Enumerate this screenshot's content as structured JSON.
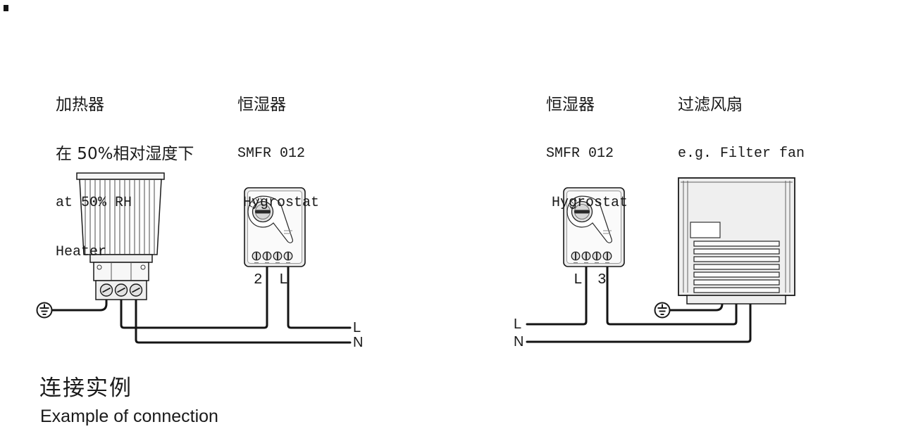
{
  "left": {
    "heater_name_zh": "加热器",
    "heater_cond_zh": "在 50%相对湿度下",
    "heater_cond_en": "at 50% RH",
    "heater_name_en": "Heater",
    "hygrostat_name_zh": "恒湿器",
    "hygrostat_model": "SMFR 012",
    "hygrostat_name_en": "Hygrostat",
    "terminal_a": "2",
    "terminal_b": "L",
    "line_live": "L",
    "line_neutral": "N"
  },
  "right": {
    "hygrostat_name_zh": "恒湿器",
    "hygrostat_model": "SMFR 012",
    "hygrostat_name_en": "Hygrostat",
    "fan_name_zh": "过滤风扇",
    "fan_name_en": "e.g. Filter fan",
    "terminal_a": "L",
    "terminal_b": "3",
    "line_live": "L",
    "line_neutral": "N"
  },
  "caption": {
    "zh": "连接实例",
    "en": "Example of connection"
  },
  "colors": {
    "line": "#1a1a1a",
    "device_fill": "#ececec"
  }
}
